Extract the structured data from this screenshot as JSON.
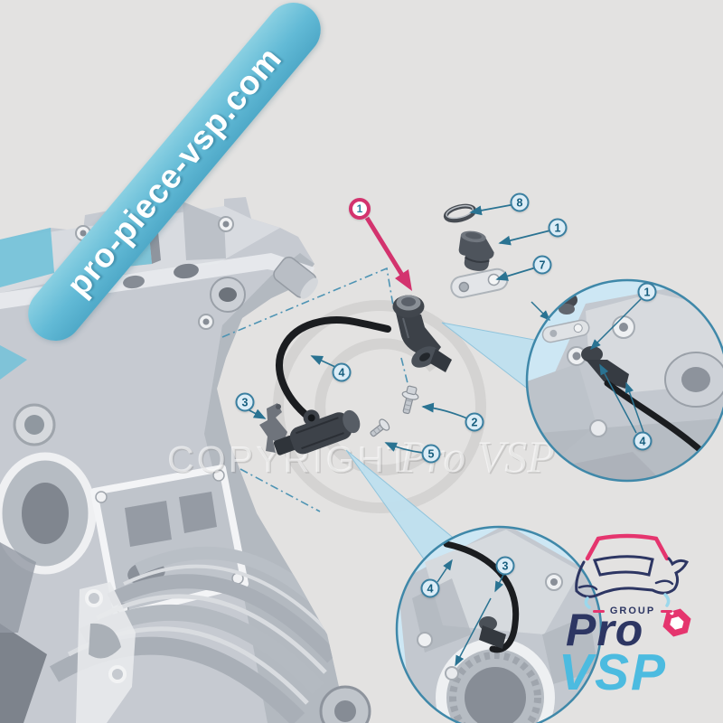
{
  "banner": {
    "text": "pro-piece-vsp.com",
    "color": "#62bad6"
  },
  "watermark": {
    "copyright": "COPYRIGHT",
    "brand": "Pro VSP"
  },
  "callouts": {
    "highlight": {
      "label": "1",
      "ring_color": "#d3336e"
    },
    "c8": {
      "label": "8"
    },
    "c1": {
      "label": "1"
    },
    "c7": {
      "label": "7"
    },
    "c4": {
      "label": "4"
    },
    "c3": {
      "label": "3"
    },
    "c2": {
      "label": "2"
    },
    "c5": {
      "label": "5"
    },
    "inset_top_1": {
      "label": "1"
    },
    "inset_top_4": {
      "label": "4"
    },
    "inset_bottom_4": {
      "label": "4"
    },
    "inset_bottom_3": {
      "label": "3"
    }
  },
  "logo": {
    "group_label": "GROUP",
    "line1": "Pro",
    "line2": "VSP",
    "navy": "#2d3663",
    "pink": "#e5356e",
    "cyan": "#4cbbe0"
  },
  "palette": {
    "background": "#e3e2e1",
    "callout_border_blue": "#3a7fa0",
    "callout_text_blue": "#175e7e",
    "leader_line": "#2a7392",
    "highlight_pink": "#d3336e",
    "inset_fill": "#cde7f4",
    "inset_ring": "#3f88a9",
    "banner_cyan": "#62bad6",
    "engine_metal": "#c6cad1",
    "sensor_dark": "#3d4249",
    "cable_black": "#1b1d20"
  }
}
